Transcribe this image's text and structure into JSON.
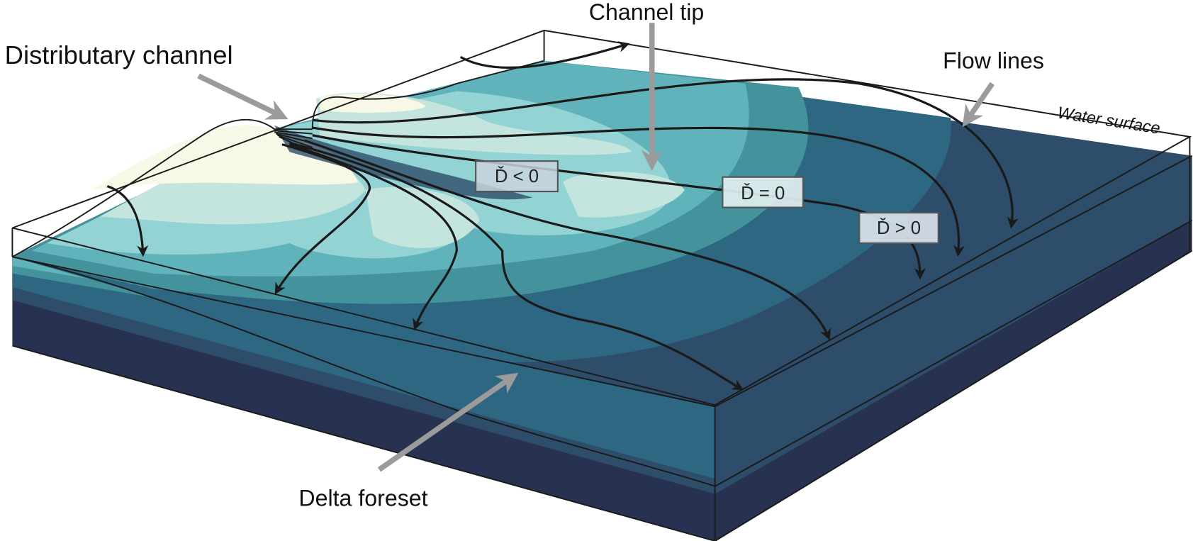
{
  "labels": {
    "distributary_channel": "Distributary channel",
    "channel_tip": "Channel tip",
    "flow_lines": "Flow lines",
    "water_surface": "Water surface",
    "delta_foreset": "Delta foreset"
  },
  "d_boxes": [
    {
      "text": "Ď < 0"
    },
    {
      "text": "Ď = 0"
    },
    {
      "text": "Ď > 0"
    }
  ],
  "colors": {
    "sand": "#f7f9e6",
    "pale": "#c4e5dd",
    "light": "#93d3d3",
    "mid": "#61b3bb",
    "teal": "#44929b",
    "deep": "#2d6782",
    "dark": "#2d4d6a",
    "darkest": "#26324f",
    "arrow_gray": "#9b9b9b"
  }
}
